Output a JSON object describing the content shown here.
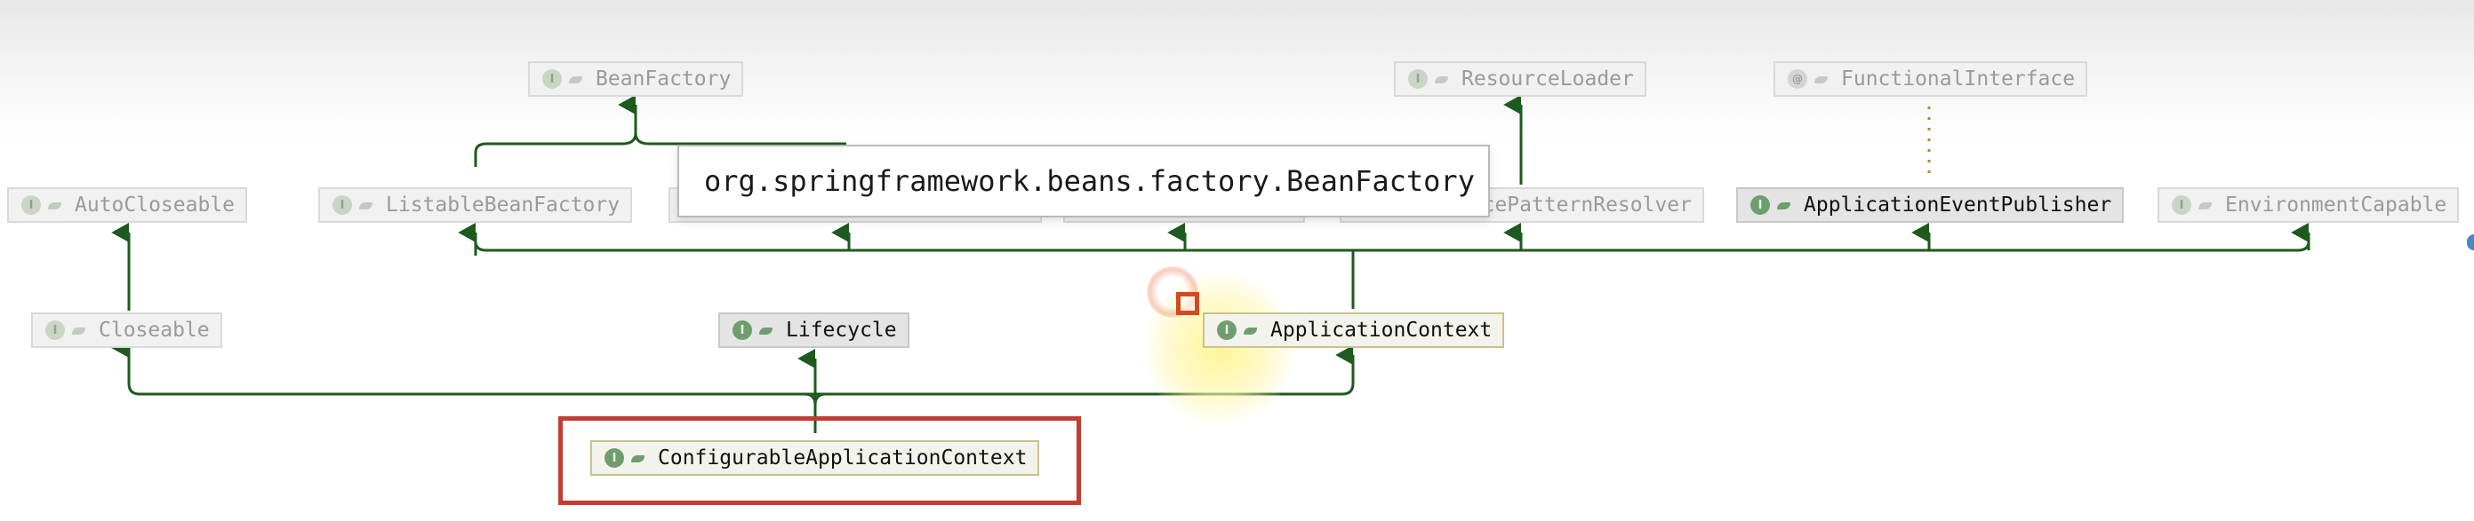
{
  "diagram": {
    "tooltip": "org.springframework.beans.factory.BeanFactory",
    "nodes": {
      "bean_factory": {
        "label": "BeanFactory",
        "badge": "I"
      },
      "resource_loader": {
        "label": "ResourceLoader",
        "badge": "I"
      },
      "functional_interface": {
        "label": "FunctionalInterface",
        "badge": "@"
      },
      "auto_closeable": {
        "label": "AutoCloseable",
        "badge": "I"
      },
      "listable_bean_factory": {
        "label": "ListableBeanFactory",
        "badge": "I"
      },
      "pattern_resolver_fragment": {
        "label": "cePatternResolver",
        "badge": ""
      },
      "application_event_publisher": {
        "label": "ApplicationEventPublisher",
        "badge": "I"
      },
      "environment_capable": {
        "label": "EnvironmentCapable",
        "badge": "I"
      },
      "closeable": {
        "label": "Closeable",
        "badge": "I"
      },
      "lifecycle": {
        "label": "Lifecycle",
        "badge": "I"
      },
      "application_context": {
        "label": "ApplicationContext",
        "badge": "I"
      },
      "configurable_application_context": {
        "label": "ConfigurableApplicationContext",
        "badge": "I"
      }
    },
    "colors": {
      "arrow": "#1e5a1e",
      "dotted_link": "#b08a2e",
      "selection": "#c13d33",
      "cursor": "#d24a1e",
      "highlight_glow": "#fff48c"
    }
  }
}
